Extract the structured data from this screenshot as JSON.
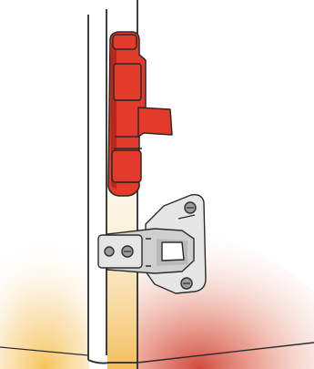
{
  "illustration": {
    "colors": {
      "background": "#ffffff",
      "outline": "#2b2b2b",
      "cabinet_face": "#ffffff",
      "glow_warm": "#f4c163",
      "glow_red": "#d24a3a",
      "jig_fill": "#e43a2b",
      "jig_shadow": "#b8261c",
      "hinge_fill": "#e6e6e6",
      "hinge_shadow": "#b9b9b9",
      "screw_fill": "#9b9b9b"
    },
    "parts": {
      "cabinet": "cabinet-frame",
      "jig": "drilling-jig",
      "hinge": "concealed-hinge"
    }
  }
}
